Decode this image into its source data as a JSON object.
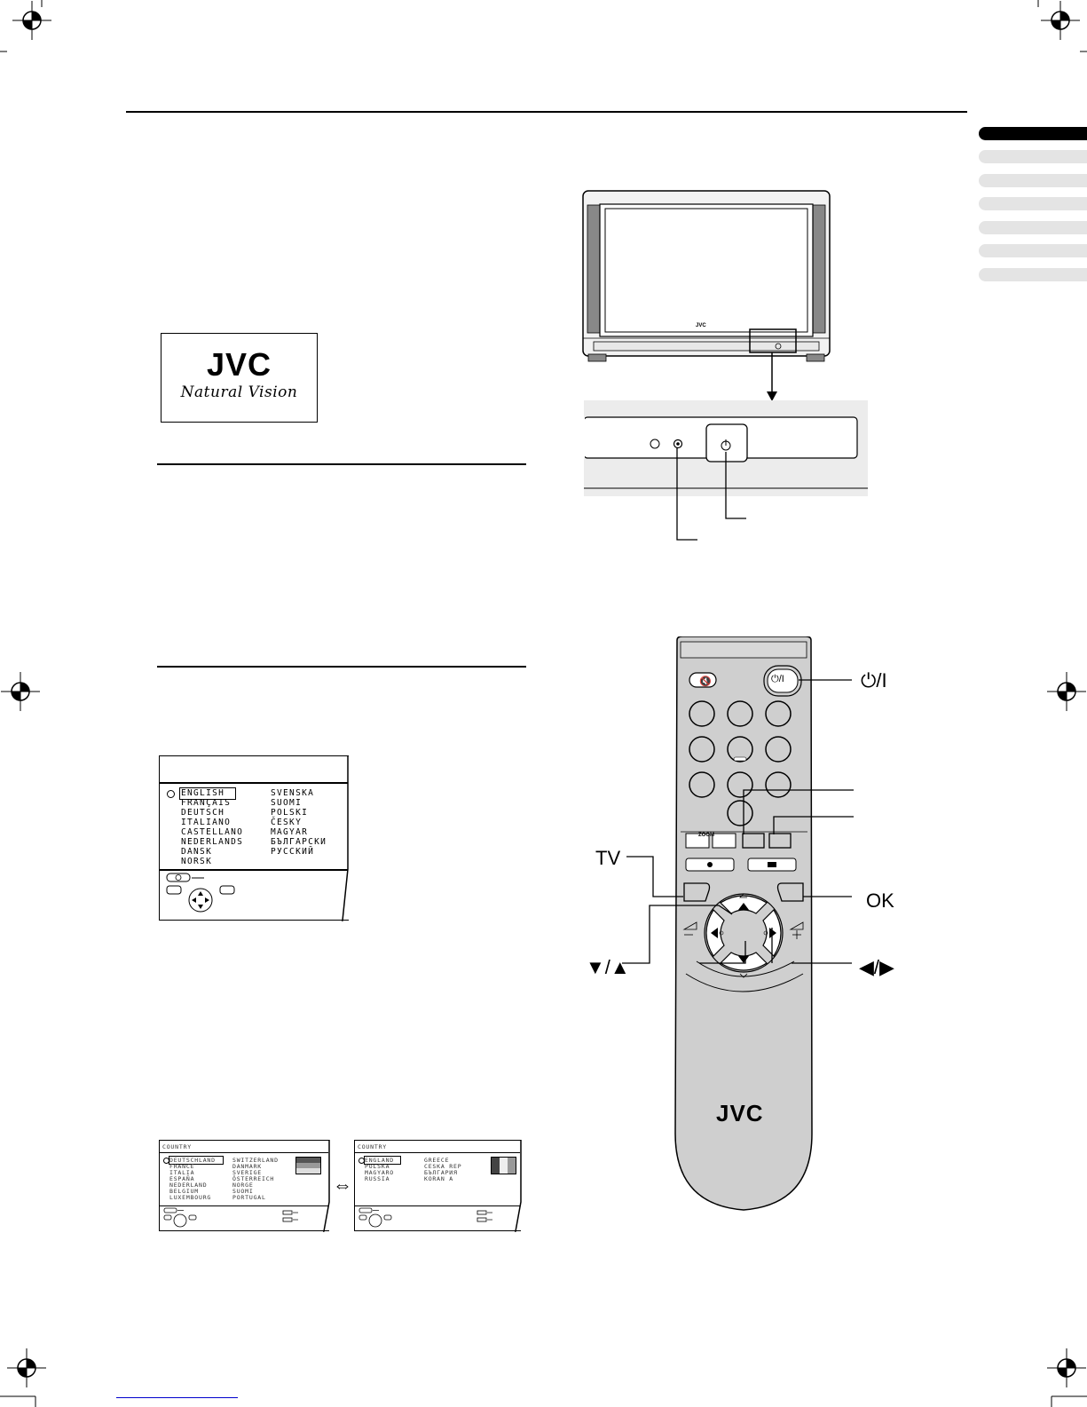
{
  "logo": {
    "brand": "JVC",
    "tagline": "Natural Vision"
  },
  "language_menu": {
    "column_left": [
      "ENGLISH",
      "FRANÇAIS",
      "DEUTSCH",
      "ITALIANO",
      "CASTELLANO",
      "NEDERLANDS",
      "DANSK",
      "NORSK"
    ],
    "column_right": [
      "SVENSKA",
      "SUOMI",
      "POLSKI",
      "ČESKY",
      "MAGYAR",
      "БЪЛГАРСКИ",
      "РУССКИЙ"
    ]
  },
  "country_menu_1": {
    "title": "COUNTRY",
    "column_left": [
      "DEUTSCHLAND",
      "FRANCE",
      "ITALIA",
      "ESPAÑA",
      "NEDERLAND",
      "BELGIUM",
      "LUXEMBOURG"
    ],
    "column_right": [
      "SWITZERLAND",
      "DANMARK",
      "SVERIGE",
      "ÖSTERREICH",
      "NORGE",
      "SUOMI",
      "PORTUGAL"
    ]
  },
  "country_menu_2": {
    "title": "COUNTRY",
    "column_left": [
      "ENGLAND",
      "POLSKA",
      "MAGYARO",
      "RUSSIA"
    ],
    "column_right": [
      "GREECE",
      "CESKA REP",
      "БЪЛГАРИЯ",
      "KORAN A"
    ]
  },
  "swap_symbol": "⇔",
  "remote": {
    "brand": "JVC",
    "zoom_label": "ZOOM",
    "power_label": "⏻/I",
    "callouts": {
      "power": "⏻/I",
      "tv": "TV",
      "ok": "OK",
      "up_down": "▼/▲",
      "left_right": "◀/▶"
    }
  },
  "tv": {
    "brand": "JVC"
  },
  "colors": {
    "tab_active": "#000000",
    "tab_inactive": "#e4e4e4",
    "footer_link": "#0000cc"
  }
}
